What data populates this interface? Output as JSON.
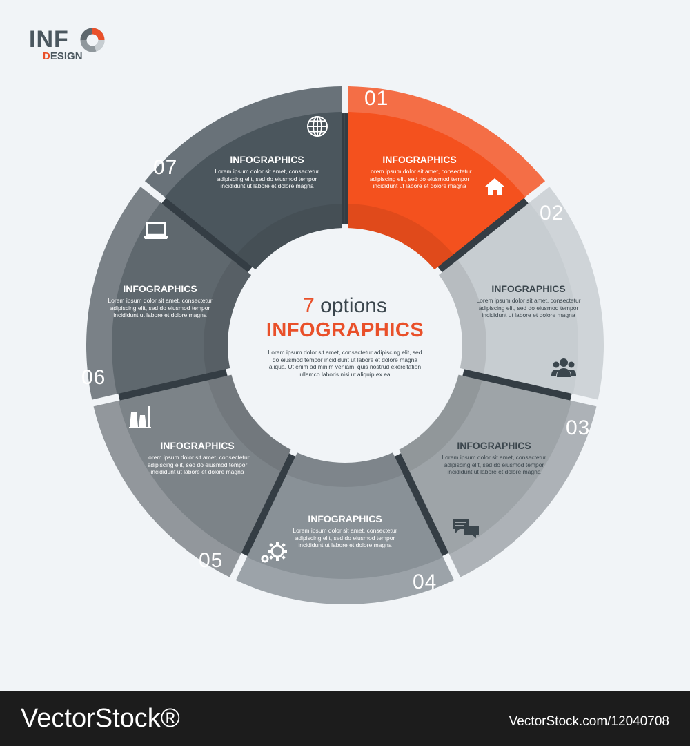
{
  "logo": {
    "info": "INF",
    "design_first": "D",
    "design_rest": "ESIGN"
  },
  "colors": {
    "accent": "#e9502a",
    "segments": [
      "#f4511e",
      "#c7cdd1",
      "#9ea4a8",
      "#899197",
      "#7c8388",
      "#5f686e",
      "#4b565d"
    ],
    "gap": "#343d44"
  },
  "center": {
    "number": "7",
    "word": "options",
    "headline": "INFOGRAPHICS",
    "body": "Lorem ipsum dolor sit amet, consectetur adipiscing elit, sed do eiusmod tempor incididunt ut labore et dolore magna aliqua. Ut enim ad minim veniam, quis nostrud exercitation ullamco laboris nisi ut aliquip ex ea"
  },
  "segments": [
    {
      "number": "01",
      "title": "INFOGRAPHICS",
      "body": "Lorem ipsum dolor sit amet, consectetur adipiscing elit, sed do eiusmod tempor incididunt ut labore et dolore magna",
      "icon": "home-icon"
    },
    {
      "number": "02",
      "title": "INFOGRAPHICS",
      "body": "Lorem ipsum dolor sit amet, consectetur adipiscing elit, sed do eiusmod tempor incididunt ut labore et dolore magna",
      "icon": "users-icon"
    },
    {
      "number": "03",
      "title": "INFOGRAPHICS",
      "body": "Lorem ipsum dolor sit amet, consectetur adipiscing elit, sed do eiusmod tempor incididunt ut labore et dolore magna",
      "icon": "chat-icon"
    },
    {
      "number": "04",
      "title": "INFOGRAPHICS",
      "body": "Lorem ipsum dolor sit amet, consectetur adipiscing elit, sed do eiusmod tempor incididunt ut labore et dolore magna",
      "icon": "gears-icon"
    },
    {
      "number": "05",
      "title": "INFOGRAPHICS",
      "body": "Lorem ipsum dolor sit amet, consectetur adipiscing elit, sed do eiusmod tempor incididunt ut labore et dolore magna",
      "icon": "factory-icon"
    },
    {
      "number": "06",
      "title": "INFOGRAPHICS",
      "body": "Lorem ipsum dolor sit amet, consectetur adipiscing elit, sed do eiusmod tempor incididunt ut labore et dolore magna",
      "icon": "laptop-icon"
    },
    {
      "number": "07",
      "title": "INFOGRAPHICS",
      "body": "Lorem ipsum dolor sit amet, consectetur adipiscing elit, sed do eiusmod tempor incididunt ut labore et dolore magna",
      "icon": "globe-icon"
    }
  ],
  "footer": {
    "brand": "VectorStock®",
    "id": "VectorStock.com/12040708"
  }
}
